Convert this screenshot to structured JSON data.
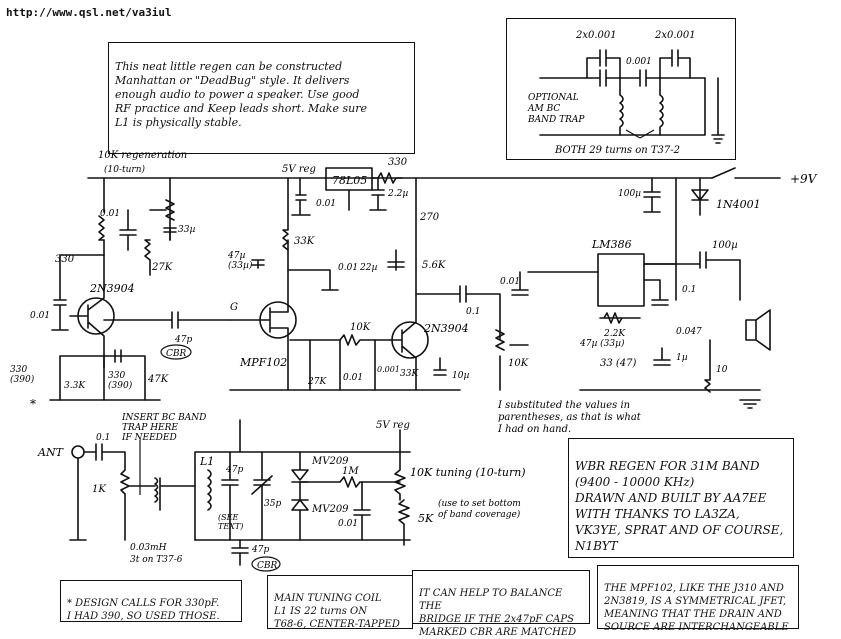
{
  "header": {
    "url": "http://www.qsl.net/va3iul"
  },
  "notes": {
    "intro": "This neat little regen can be constructed\nManhattan or \"DeadBug\" style. It delivers\nenough audio to power a speaker. Use good\nRF practice and Keep leads short. Make sure\nL1 is physically stable.",
    "trap_title": "OPTIONAL\nAM BC\nBAND TRAP",
    "trap_turns": "BOTH 29 turns on T37-2",
    "substituted": "I substituted the values in\nparentheses, as that is what\nI had on hand.",
    "title_block": "WBR REGEN FOR 31M BAND\n(9400 - 10000 KHz)\nDRAWN AND BUILT BY AA7EE\nWITH THANKS TO LA3ZA,\nVK3YE, SPRAT AND OF COURSE,\nN1BYT",
    "design_note": "* DESIGN CALLS FOR 330pF.\nI HAD 390, SO USED THOSE.",
    "coil_note": "MAIN TUNING COIL\nL1 IS 22 turns ON\nT68-6, CENTER-TAPPED",
    "balance_note": "IT CAN HELP TO BALANCE THE\nBRIDGE IF THE 2x47pF CAPS\nMARKED CBR ARE MATCHED",
    "jfet_note": "THE MPF102, LIKE THE J310 AND\n2N3819, IS A SYMMETRICAL JFET,\nMEANING THAT THE DRAIN AND\nSOURCE ARE INTERCHANGEABLE"
  },
  "labels": {
    "regen_pot": "10K regeneration",
    "regen_pot_sub": "(10-turn)",
    "plus9v": "+9V",
    "reg5v": "5V reg",
    "reg5v_b": "5V reg",
    "ic_78l05": "78L05",
    "lm386": "LM386",
    "q1": "2N3904",
    "q2": "MPF102",
    "q3": "2N3904",
    "d1": "1N4001",
    "mv1": "MV209",
    "mv2": "MV209",
    "ant": "ANT",
    "insert_bc": "INSERT BC BAND\nTRAP HERE\nIF NEEDED",
    "l1": "L1",
    "see_text": "(SEE\nTEXT)",
    "choke": "0.03mH\n3t on T37-6",
    "tuning": "10K tuning (10-turn)",
    "fine": "5K",
    "fine_note": "(use to set bottom\nof band coverage)",
    "gate": "G",
    "cbr1": "CBR",
    "cbr2": "CBR",
    "r330a": "330",
    "r330b": "330",
    "r27k_a": "27K",
    "r27k_b": "27K",
    "r33k_a": "33K",
    "r33k_b": "33K",
    "r47k": "47K",
    "r3k3": "3.3K",
    "r330_390a": "330\n(390)",
    "r330_390b": "330\n(390)",
    "r270": "270",
    "r5k6": "5.6K",
    "r10k_a": "10K",
    "r10k_b": "10K",
    "r2k2": "2.2K",
    "r1m": "1M",
    "r10": "10",
    "c001": "0.01",
    "c47p": "47p",
    "c47u": "47µ\n(33µ)",
    "c22u": "22µ",
    "c2u2": "2.2µ",
    "c33u": "33µ",
    "c10u": "10µ",
    "c100u_a": "100µ",
    "c100u_b": "100µ",
    "c01": "0.1",
    "c1u": "1µ",
    "c0047": "0.047",
    "c0001": "0.001",
    "c35p": "35p",
    "c47u_33": "47µ (33µ)",
    "c33_47": "33 (47)",
    "trap_c1": "2x0.001",
    "trap_c2": "2x0.001",
    "trap_c3": "0.001",
    "k1": "1K",
    "ast": "*"
  }
}
